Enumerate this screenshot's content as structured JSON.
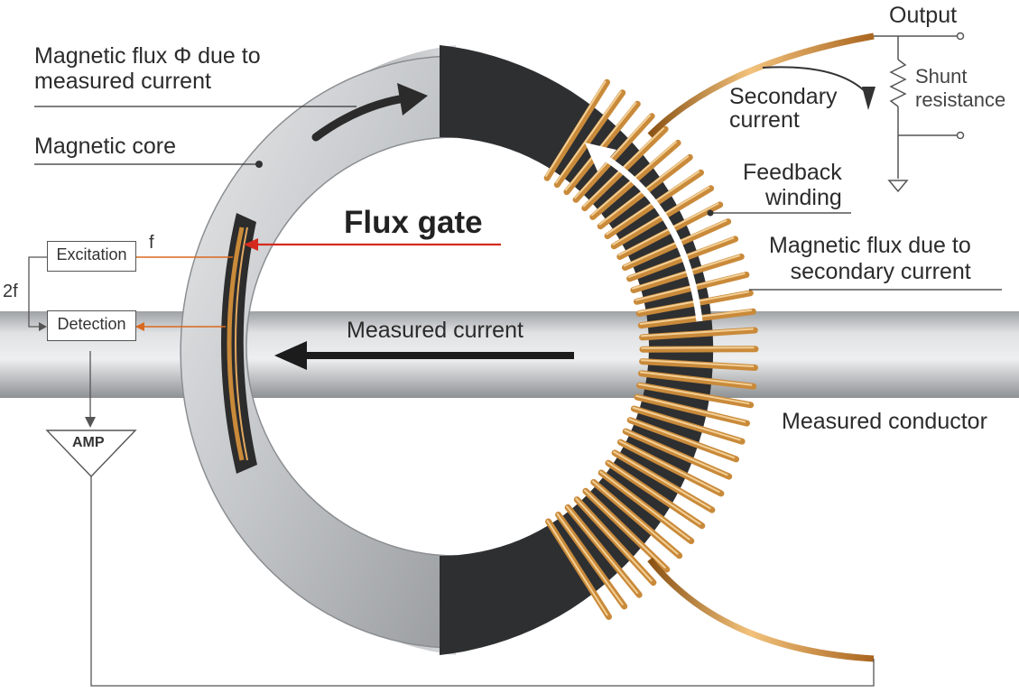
{
  "title": "Flux gate",
  "labels": {
    "output": "Output",
    "flux_measured": [
      "Magnetic flux Φ due to",
      "measured current"
    ],
    "magnetic_core": "Magnetic core",
    "secondary_current": [
      "Secondary",
      "current"
    ],
    "shunt_resistance": [
      "Shunt",
      "resistance"
    ],
    "feedback_winding": [
      "Feedback",
      "winding"
    ],
    "flux_secondary": [
      "Magnetic flux due to",
      "secondary current"
    ],
    "measured_current": "Measured current",
    "measured_conductor": "Measured conductor"
  },
  "circuit": {
    "excitation": "Excitation",
    "detection": "Detection",
    "amp": "AMP",
    "freq_f": "f",
    "freq_2f": "2f"
  },
  "colors": {
    "core_silver": "#c9cccf",
    "core_dark": "#2e2f31",
    "copper": "#c98a3a",
    "signal_red": "#d52a1e",
    "signal_orange": "#d9691f",
    "line": "#555555"
  }
}
